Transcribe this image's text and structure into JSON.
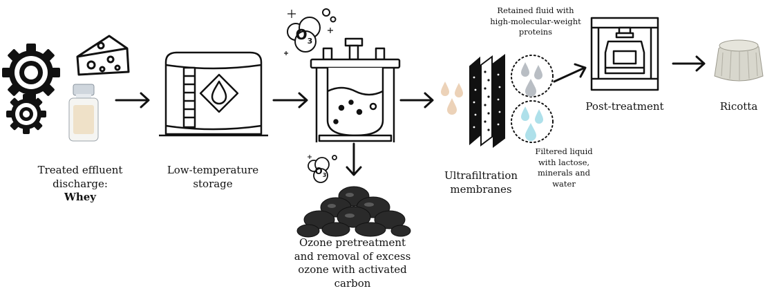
{
  "steps": {
    "whey": {
      "line1": "Treated effluent",
      "line2": "discharge:",
      "line3": "Whey"
    },
    "storage": {
      "line1": "Low-temperature",
      "line2": "storage"
    },
    "ozone": {
      "line1": "Ozone pretreatment",
      "line2": "and removal of excess",
      "line3": "ozone with activated",
      "line4": "carbon"
    },
    "membranes": {
      "line1": "Ultrafiltration",
      "line2": "membranes"
    },
    "retained": {
      "line1": "Retained fluid with",
      "line2": "high-molecular-weight",
      "line3": "proteins"
    },
    "filtered": {
      "line1": "Filtered liquid",
      "line2": "with lactose,",
      "line3": "minerals and",
      "line4": "water"
    },
    "post": {
      "line1": "Post-treatment"
    },
    "ricotta": {
      "line1": "Ricotta"
    }
  },
  "ozone_symbol": {
    "letter": "O",
    "subscript": "3"
  },
  "colors": {
    "ink": "#111111",
    "cheese": "#ffffff",
    "vial_cap": "#cfd6dd",
    "vial_fill": "#efe1c8",
    "droplet_peach": "#ecd2b8",
    "droplet_grey": "#b9bec4",
    "droplet_cyan": "#aee0ea",
    "carbon": "#2a2a2a",
    "ricotta": "#d8d7cd"
  }
}
